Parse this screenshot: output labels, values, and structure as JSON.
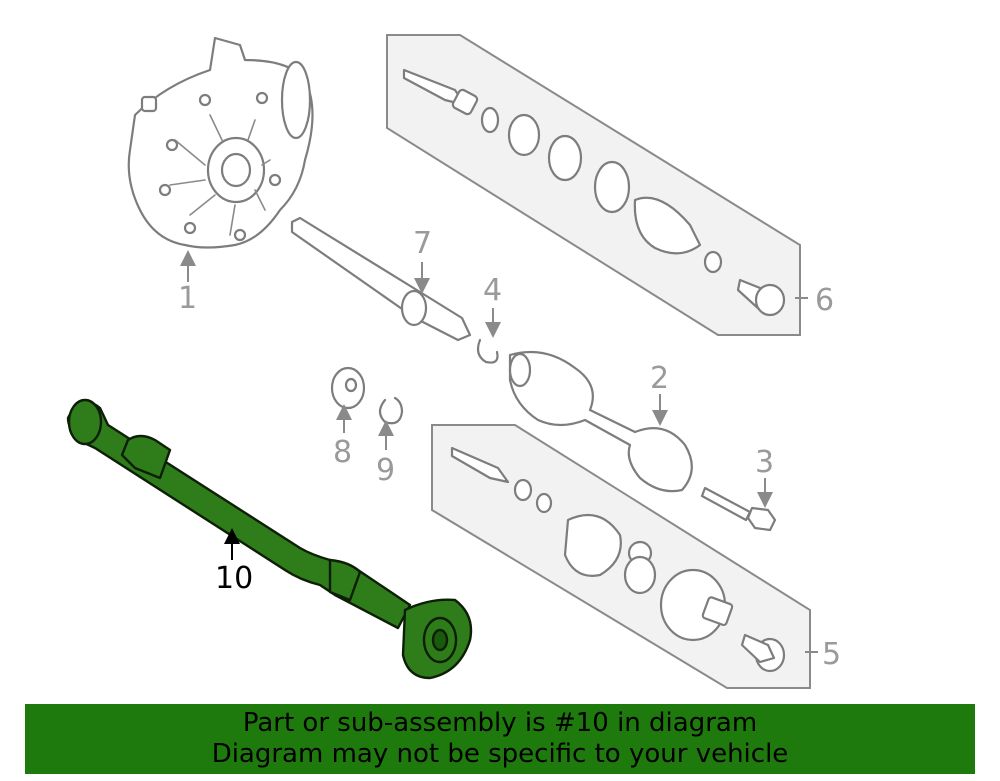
{
  "diagram": {
    "callouts": {
      "c1": "1",
      "c2": "2",
      "c3": "3",
      "c4": "4",
      "c5": "5",
      "c6": "6",
      "c7": "7",
      "c8": "8",
      "c9": "9",
      "c10": "10"
    },
    "highlighted_part": "10",
    "highlight_color": "#2e7d1a"
  },
  "banner": {
    "line1": "Part or sub-assembly is #10 in diagram",
    "line2": "Diagram may not be specific to your vehicle",
    "background": "#1e7a0c"
  }
}
